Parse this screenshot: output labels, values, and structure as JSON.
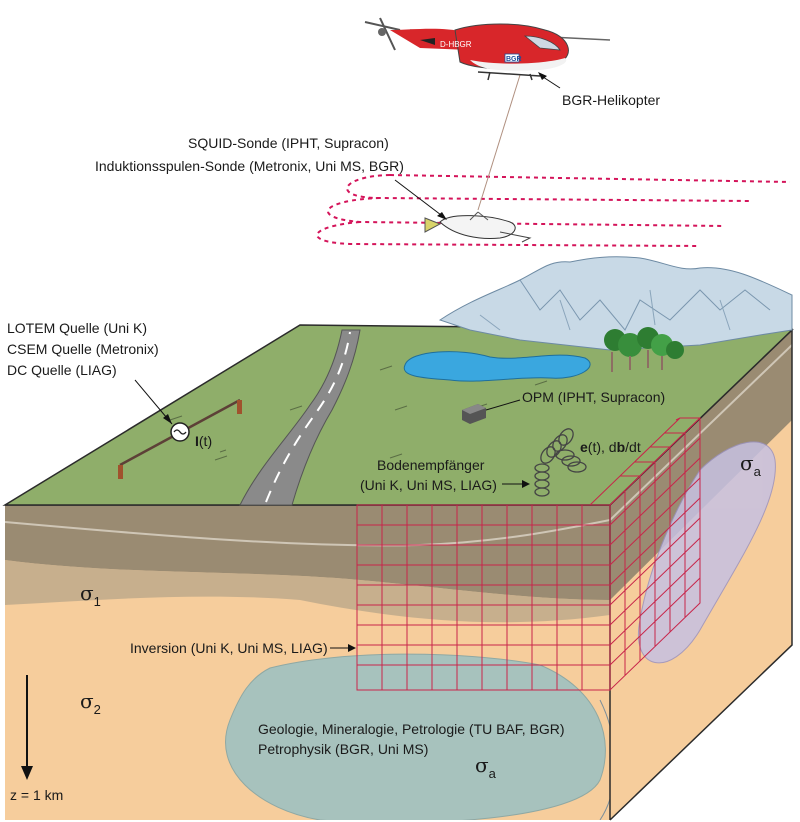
{
  "labels": {
    "heli": "BGR-Helikopter",
    "heli_reg": "D-HBGR",
    "heli_logo": "BGR",
    "squid": "SQUID-Sonde (IPHT, Supracon)",
    "induction": "Induktionsspulen-Sonde (Metronix, Uni MS, BGR)",
    "lotem": "LOTEM Quelle (Uni K)",
    "csem": "CSEM Quelle (Metronix)",
    "dc": "DC Quelle (LIAG)",
    "current_symbol": "I",
    "current_arg": "(t)",
    "opm": "OPM (IPHT, Supracon)",
    "field_e": "e",
    "field_mid": "(t), d",
    "field_b": "b",
    "field_end": "/dt",
    "ground_rx": "Bodenempfänger",
    "ground_rx2": "(Uni K, Uni MS, LIAG)",
    "inversion": "Inversion (Uni K, Uni MS, LIAG)",
    "sigma1": "σ",
    "sigma1_sub": "1",
    "sigma2": "σ",
    "sigma2_sub": "2",
    "sigma_a_main": "σ",
    "sigma_a_main_sub": "a",
    "sigma_a_side": "σ",
    "sigma_a_side_sub": "a",
    "geology": "Geologie, Mineralogie, Petrologie (TU BAF, BGR)",
    "petrophysik": "Petrophysik (BGR, Uni MS)",
    "depth": "z = 1 km"
  },
  "colors": {
    "meadow": "#8fae6a",
    "road": "#8a8a8a",
    "lake": "#3aa7df",
    "soil_top": "#9a8b72",
    "soil_mid": "#b3a287",
    "soil_sand": "#f6cd9c",
    "anomaly": "#a7c2bd",
    "anomaly_side": "#c7c1e2",
    "grid": "#c8254a",
    "heli_red": "#d8262a",
    "flight_path": "#d4145a"
  }
}
